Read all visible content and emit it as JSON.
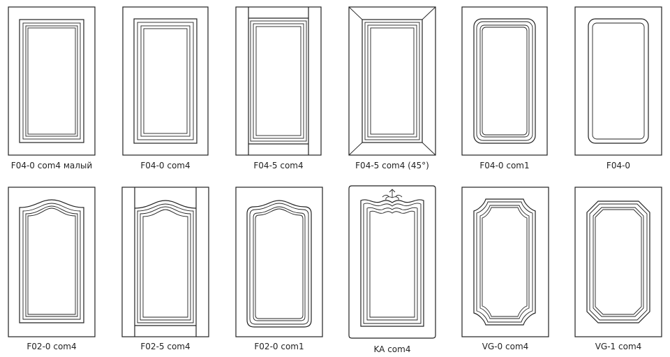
{
  "catalog": {
    "rows": [
      {
        "doors": [
          {
            "label": "F04-0 com4 малый",
            "style": "F04-0-com4-small"
          },
          {
            "label": "F04-0 com4",
            "style": "F04-0-com4"
          },
          {
            "label": "F04-5 com4",
            "style": "F04-5-com4"
          },
          {
            "label": "F04-5 com4 (45°)",
            "style": "F04-5-com4-45"
          },
          {
            "label": "F04-0 com1",
            "style": "F04-0-com1"
          },
          {
            "label": "F04-0",
            "style": "F04-0"
          }
        ]
      },
      {
        "doors": [
          {
            "label": "F02-0 com4",
            "style": "F02-0-com4"
          },
          {
            "label": "F02-5 com4",
            "style": "F02-5-com4"
          },
          {
            "label": "F02-0 com1",
            "style": "F02-0-com1"
          },
          {
            "label": "KA com4",
            "style": "KA-com4"
          },
          {
            "label": "VG-0 com4",
            "style": "VG-0-com4"
          },
          {
            "label": "VG-1 com4",
            "style": "VG-1-com4"
          }
        ]
      }
    ]
  }
}
